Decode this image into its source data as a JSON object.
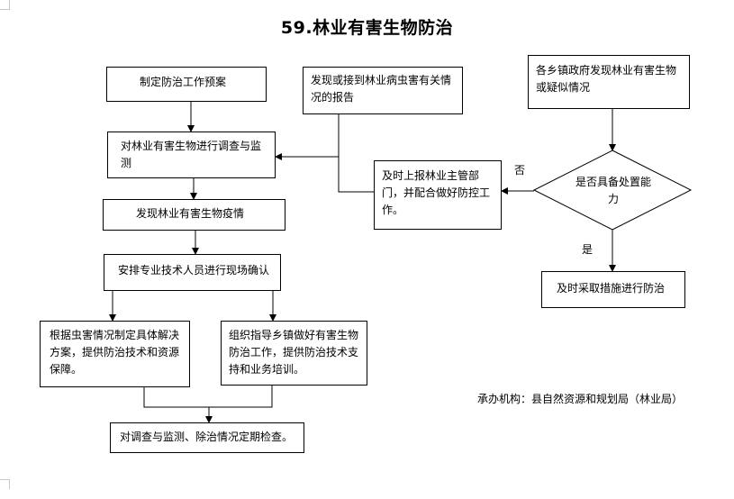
{
  "title": "59.林业有害生物防治",
  "nodes": {
    "plan": "制定防治工作预案",
    "report": "发现或接到林业病虫害有关情况的报告",
    "town_discover": "各乡镇政府发现林业有害生物或疑似情况",
    "survey": "对林业有害生物进行调查与监测",
    "report_up": "及时上报林业主管部门，并配合做好防控工作。",
    "decision": "是否具备处置能力",
    "epidemic": "发现林业有害生物疫情",
    "confirm": "安排专业技术人员进行现场确认",
    "immediate": "及时采取措施进行防治",
    "solution": "根据虫害情况制定具体解决方案，提供防治技术和资源保障。",
    "guide": "组织指导乡镇做好有害生物防治工作，提供防治技术支持和业务培训。",
    "inspect": "对调查与监测、除治情况定期检查。"
  },
  "edge_labels": {
    "no": "否",
    "yes": "是"
  },
  "footer": "承办机构：县自然资源和规划局（林业局）"
}
